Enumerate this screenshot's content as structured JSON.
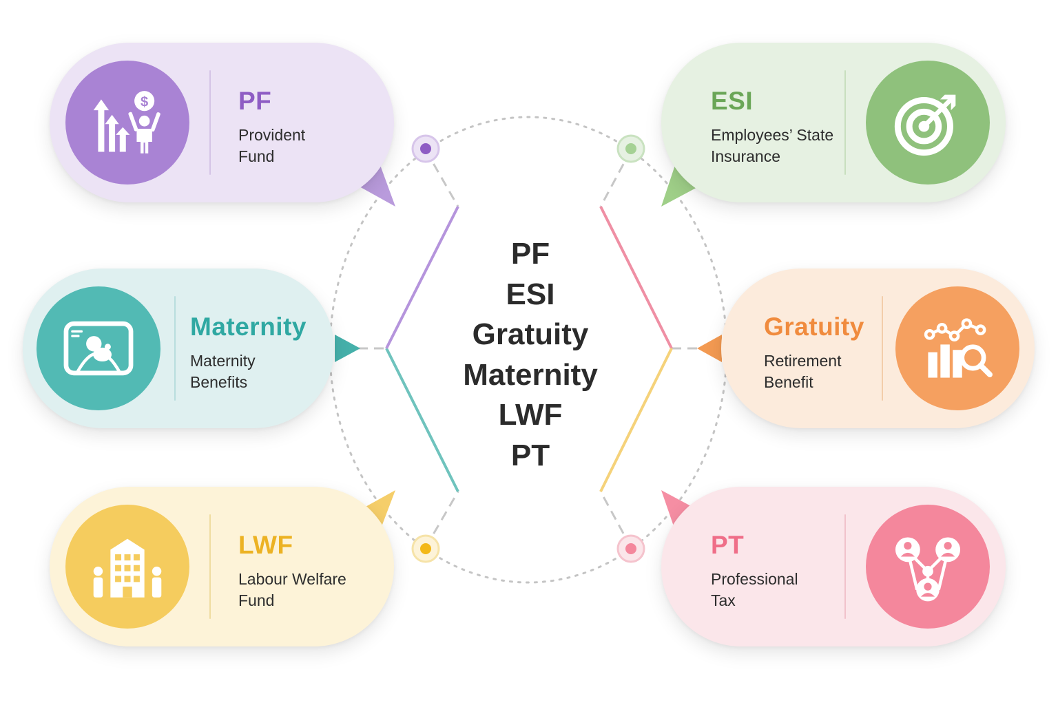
{
  "hub": {
    "items": [
      "PF",
      "ESI",
      "Gratuity",
      "Maternity",
      "LWF",
      "PT"
    ]
  },
  "cards": {
    "pf": {
      "abbr": "PF",
      "desc": "Provident\nFund",
      "icon": "growth-person-icon",
      "color": "#8e5cc4",
      "circle": "#a983d4",
      "bg": "#ece3f5"
    },
    "esi": {
      "abbr": "ESI",
      "desc": "Employees’ State\nInsurance",
      "icon": "target-icon",
      "color": "#6aa657",
      "circle": "#8fc17c",
      "bg": "#e6f1e2"
    },
    "maternity": {
      "abbr": "Maternity",
      "desc": "Maternity\nBenefits",
      "icon": "ultrasound-icon",
      "color": "#2fa8a2",
      "circle": "#52bab4",
      "bg": "#dff0f0"
    },
    "gratuity": {
      "abbr": "Gratuity",
      "desc": "Retirement\nBenefit",
      "icon": "chart-search-icon",
      "color": "#f08b3e",
      "circle": "#f5a060",
      "bg": "#fcebdc"
    },
    "lwf": {
      "abbr": "LWF",
      "desc": "Labour Welfare\nFund",
      "icon": "building-people-icon",
      "color": "#ecb223",
      "circle": "#f5cc5e",
      "bg": "#fdf3d8"
    },
    "pt": {
      "abbr": "PT",
      "desc": "Professional\nTax",
      "icon": "network-people-icon",
      "color": "#ef6e88",
      "circle": "#f4879c",
      "bg": "#fbe6ea"
    }
  }
}
